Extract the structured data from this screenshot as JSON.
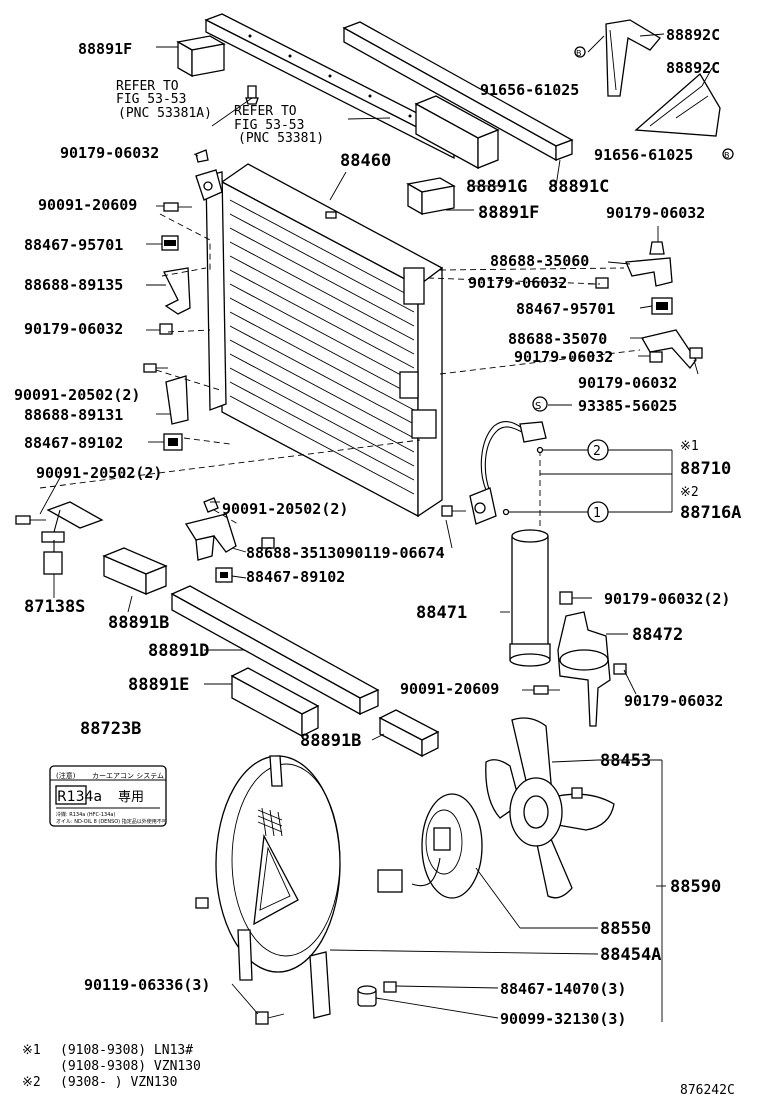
{
  "labels": {
    "p88891F_top": "88891F",
    "p88892C_1": "88892C",
    "p88892C_2": "88892C",
    "ref1_line1": "REFER TO",
    "ref1_line2": "FIG 53-53",
    "ref1_line3": "(PNC 53381A)",
    "ref2_line1": "REFER TO",
    "ref2_line2": "FIG 53-53",
    "ref2_line3": "(PNC 53381)",
    "p91656_1": "91656-61025",
    "p91656_2": "91656-61025",
    "p90179_a": "90179-06032",
    "p88460": "88460",
    "p88891G": "88891G",
    "p88891C": "88891C",
    "p90091_20609_a": "90091-20609",
    "p88891F_mid": "88891F",
    "p90179_b": "90179-06032",
    "p88467_95701_a": "88467-95701",
    "p88688_35060": "88688-35060",
    "p88688_89135": "88688-89135",
    "p90179_c": "90179-06032",
    "p88467_95701_b": "88467-95701",
    "p90179_d": "90179-06032",
    "p88688_35070": "88688-35070",
    "p90179_e": "90179-06032",
    "p90091_20502_a": "90091-20502(2)",
    "p90179_f": "90179-06032",
    "p88688_89131": "88688-89131",
    "p93385": "93385-56025",
    "p88467_89102_a": "88467-89102",
    "note_x1": "※1",
    "circle2": "2",
    "p88710": "88710",
    "p90091_20502_b": "90091-20502(2)",
    "note_x2": "※2",
    "circle1": "1",
    "p88716A": "88716A",
    "p90091_20502_c": "90091-20502(2)",
    "p88688_3513090119_06674": "88688-3513090119-06674",
    "p88467_89102_b": "88467-89102",
    "p87138S": "87138S",
    "p88891B_a": "88891B",
    "p88471": "88471",
    "p90179_g": "90179-06032(2)",
    "p88472": "88472",
    "p88891D": "88891D",
    "p88891E": "88891E",
    "p90091_20609_b": "90091-20609",
    "p90179_h": "90179-06032",
    "p88891B_b": "88891B",
    "p88723B": "88723B",
    "p88453": "88453",
    "p88590": "88590",
    "p88550": "88550",
    "p88454A": "88454A",
    "p90119_06336": "90119-06336(3)",
    "p88467_14070": "88467-14070(3)",
    "p90099_32130": "90099-32130(3)",
    "legend_row1_mark": "※1",
    "legend_row1_text": "(9108-9308) LN13#",
    "legend_row2_text": "(9108-9308) VZN130",
    "legend_row3_mark": "※2",
    "legend_row3_text": "(9308-       ) VZN130",
    "diagram_code": "876242C"
  },
  "label_card": {
    "header_left": "(注意)",
    "header_right": "カーエアコン システム",
    "main_left": "R134a",
    "main_right": "専用",
    "small_line1": "冷媒: R134a (HFC-134a)",
    "small_line2": "オイル: ND-OIL 8 (DENSO) 指定品以外使用不可"
  }
}
